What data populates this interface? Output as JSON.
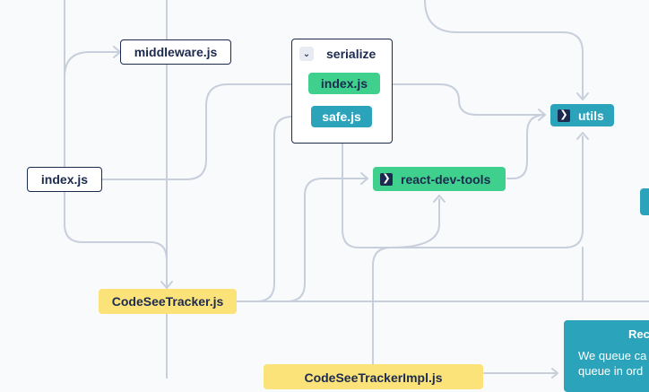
{
  "nodes": {
    "middleware": "middleware.js",
    "serialize_folder": "serialize",
    "serialize_index": "index.js",
    "serialize_safe": "safe.js",
    "utils": "utils",
    "root_index": "index.js",
    "react_dev_tools": "react-dev-tools",
    "tracker": "CodeSeeTracker.js",
    "tracker_impl": "CodeSeeTrackerImpl.js"
  },
  "note": {
    "title": "Rec",
    "line1": "We queue ca",
    "line2": "queue in ord"
  },
  "icons": {
    "collapse": "chevron-down-icon",
    "expand": "chevron-right-icon"
  },
  "colors": {
    "edge": "#c7cfdc",
    "outline": "#1b2a4e",
    "green": "#3fd08d",
    "teal": "#2aa3bb",
    "yellow": "#fbe37a"
  }
}
